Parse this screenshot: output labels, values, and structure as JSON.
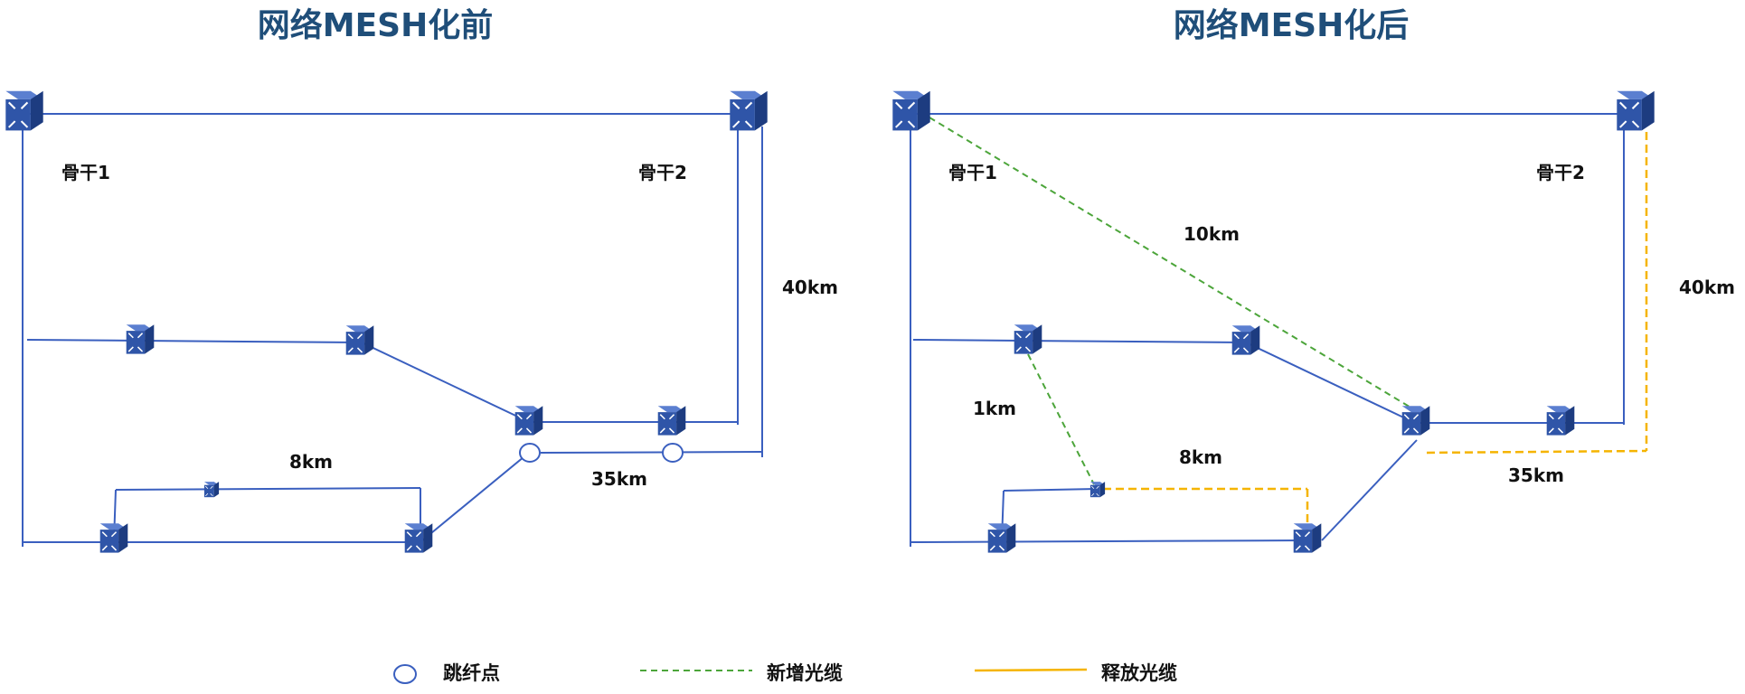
{
  "left": {
    "title": "网络MESH化前",
    "backbone1_label": "骨干1",
    "backbone2_label": "骨干2",
    "dist_8km": "8km",
    "dist_35km": "35km",
    "dist_40km": "40km"
  },
  "right": {
    "title": "网络MESH化后",
    "backbone1_label": "骨干1",
    "backbone2_label": "骨干2",
    "dist_10km": "10km",
    "dist_1km": "1km",
    "dist_8km": "8km",
    "dist_35km": "35km",
    "dist_40km": "40km"
  },
  "legend": {
    "splice_point": "跳纤点",
    "new_cable": "新增光缆",
    "released_cable": "释放光缆"
  },
  "colors": {
    "fiber_line": "#3a5fbf",
    "device": "#2f55a8",
    "new_cable": "#4ca53a",
    "released_cable": "#f5b400",
    "title": "#1f4e79"
  },
  "icons": {
    "device": "router-icon",
    "splice": "splice-point-icon"
  }
}
